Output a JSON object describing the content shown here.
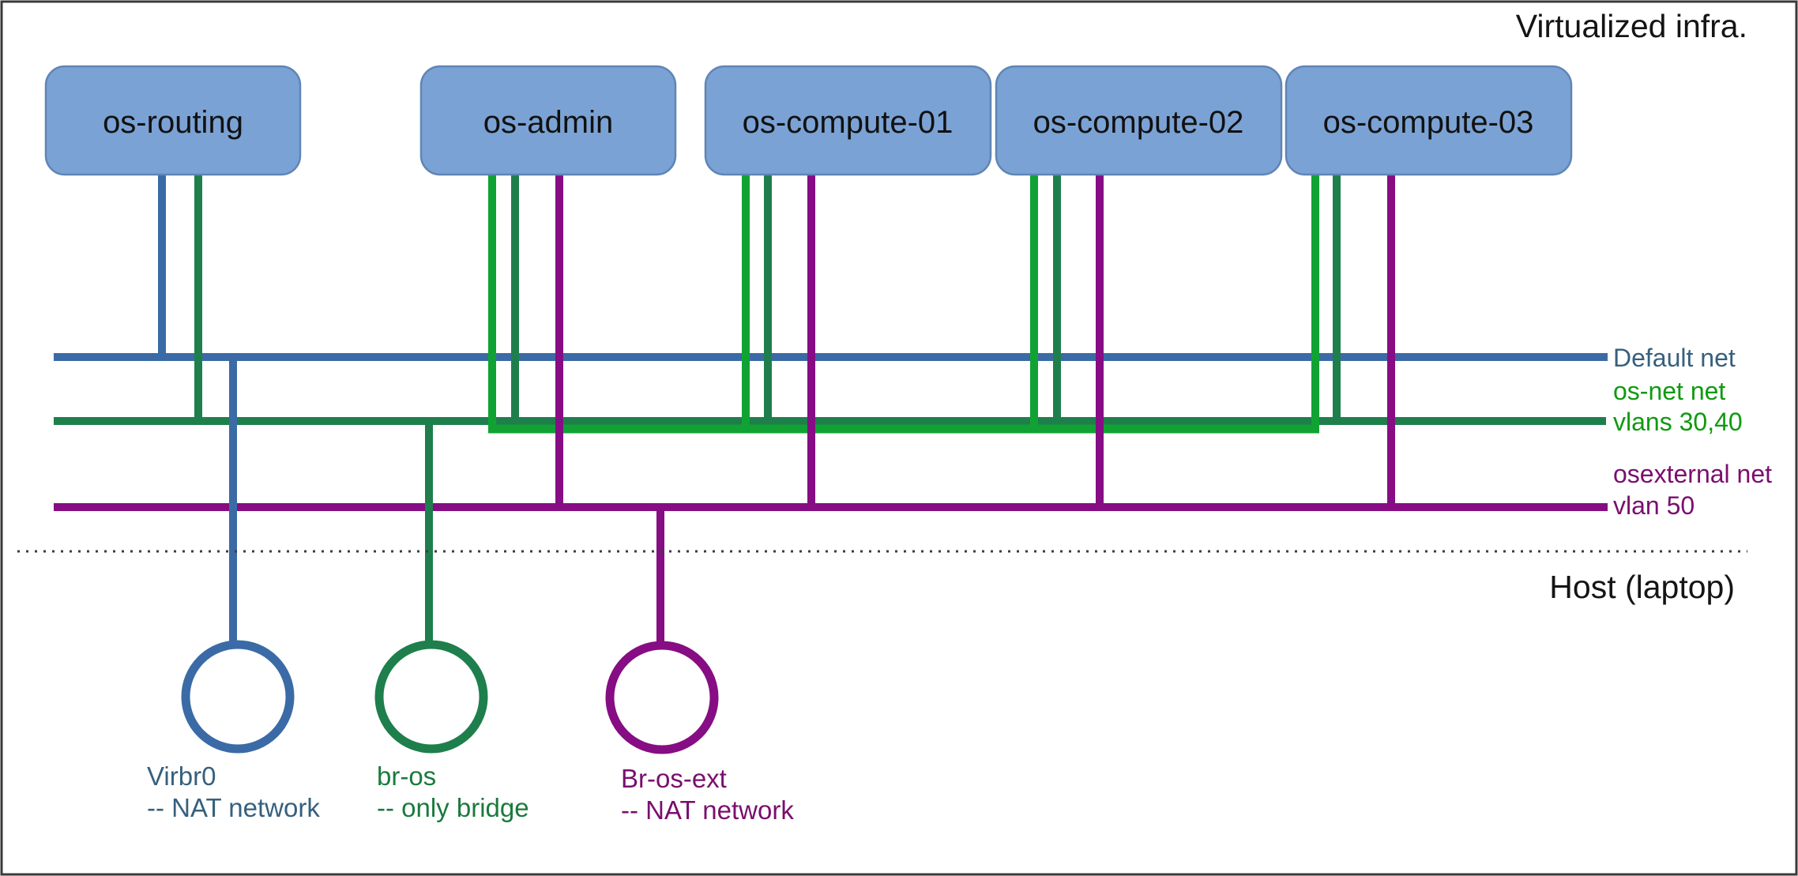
{
  "title": "Virtualized infra.",
  "host": {
    "label": "Host (laptop)"
  },
  "vms": [
    {
      "label": "os-routing"
    },
    {
      "label": "os-admin"
    },
    {
      "label": "os-compute-01"
    },
    {
      "label": "os-compute-02"
    },
    {
      "label": "os-compute-03"
    }
  ],
  "networks": [
    {
      "name": "Default net",
      "label_lines": [
        "Default net"
      ]
    },
    {
      "name": "os-net net",
      "label_lines": [
        "os-net net",
        "vlans 30,40"
      ]
    },
    {
      "name": "osexternal net",
      "label_lines": [
        "osexternal net",
        "vlan 50"
      ]
    }
  ],
  "bridges": [
    {
      "name": "Virbr0",
      "desc": "-- NAT network"
    },
    {
      "name": "br-os",
      "desc": "-- only bridge"
    },
    {
      "name": "Br-os-ext",
      "desc": "-- NAT network"
    }
  ],
  "colors": {
    "node_fill": "#7ba2d4",
    "node_border": "#5f85b5",
    "node_text": "#111111",
    "default_net": "#3a6ba6",
    "os_net": "#1e7f4c",
    "os_net_trunk": "#11a234",
    "osexternal_net": "#860d84",
    "label_blue": "#36607e",
    "label_green": "#0f9a10",
    "label_green_dark": "#1a7a3d",
    "label_purple": "#7a0e6f",
    "heading_text": "#141414",
    "divider": "#3d3d3d",
    "frame": "#3a3a3a"
  }
}
